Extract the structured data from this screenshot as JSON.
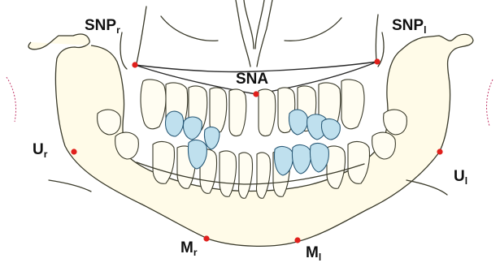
{
  "landmarks": {
    "snp_r": {
      "base": "SNP",
      "sub": "r"
    },
    "snp_l": {
      "base": "SNP",
      "sub": "l"
    },
    "sna": {
      "base": "SNA",
      "sub": ""
    },
    "u_r": {
      "base": "U",
      "sub": "r"
    },
    "u_l": {
      "base": "U",
      "sub": "l"
    },
    "m_r": {
      "base": "M",
      "sub": "r"
    },
    "m_l": {
      "base": "M",
      "sub": "l"
    }
  },
  "colors": {
    "landmark_point": "#e0201c",
    "highlighted_teeth": "#bfe0ee",
    "outline": "#3a3a2a",
    "soft_tissue_dashes": "#c23a6a"
  }
}
